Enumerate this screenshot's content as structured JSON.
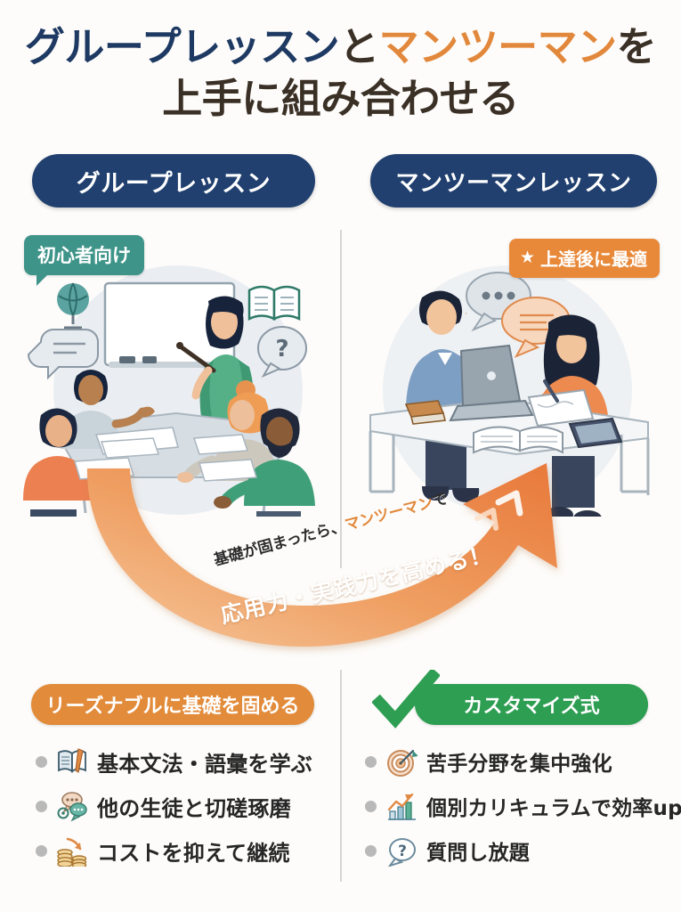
{
  "title": {
    "line1_part1": "グループレッスン",
    "line1_part2": "と",
    "line1_part3": "マンツーマン",
    "line1_part4": "を",
    "line2": "上手に組み合わせる"
  },
  "columns": {
    "left": {
      "header": "グループレッスン",
      "badge": "初心者向け",
      "sub_header": "リーズナブルに基礎を固める",
      "items": [
        {
          "icon": "open-book-pen-icon",
          "label": "基本文法・語彙を学ぶ"
        },
        {
          "icon": "chat-bubbles-gear-icon",
          "label": "他の生徒と切磋琢磨"
        },
        {
          "icon": "coins-arrow-down-icon",
          "label": "コストを抑えて継続"
        }
      ]
    },
    "right": {
      "header": "マンツーマンレッスン",
      "badge_star": "★",
      "badge": "上達後に最適",
      "sub_header": "カスタマイズ式",
      "items": [
        {
          "icon": "target-dart-icon",
          "label": "苦手分野を集中強化"
        },
        {
          "icon": "growth-chart-icon",
          "label": "個別カリキュラムで効率up"
        },
        {
          "icon": "question-bubble-icon",
          "label": "質問し放題"
        }
      ]
    }
  },
  "arrow": {
    "caption_top_part1": "基礎が固まったら、",
    "caption_top_highlight": "マンツーマン",
    "caption_top_part2": "で",
    "caption_main": "応用力・実践力を高める！"
  },
  "colors": {
    "navy": "#21406f",
    "orange": "#e2883c",
    "teal": "#3e9489",
    "green": "#2e9e52",
    "dark_text": "#3a3026",
    "background": "#fdfcfa"
  }
}
